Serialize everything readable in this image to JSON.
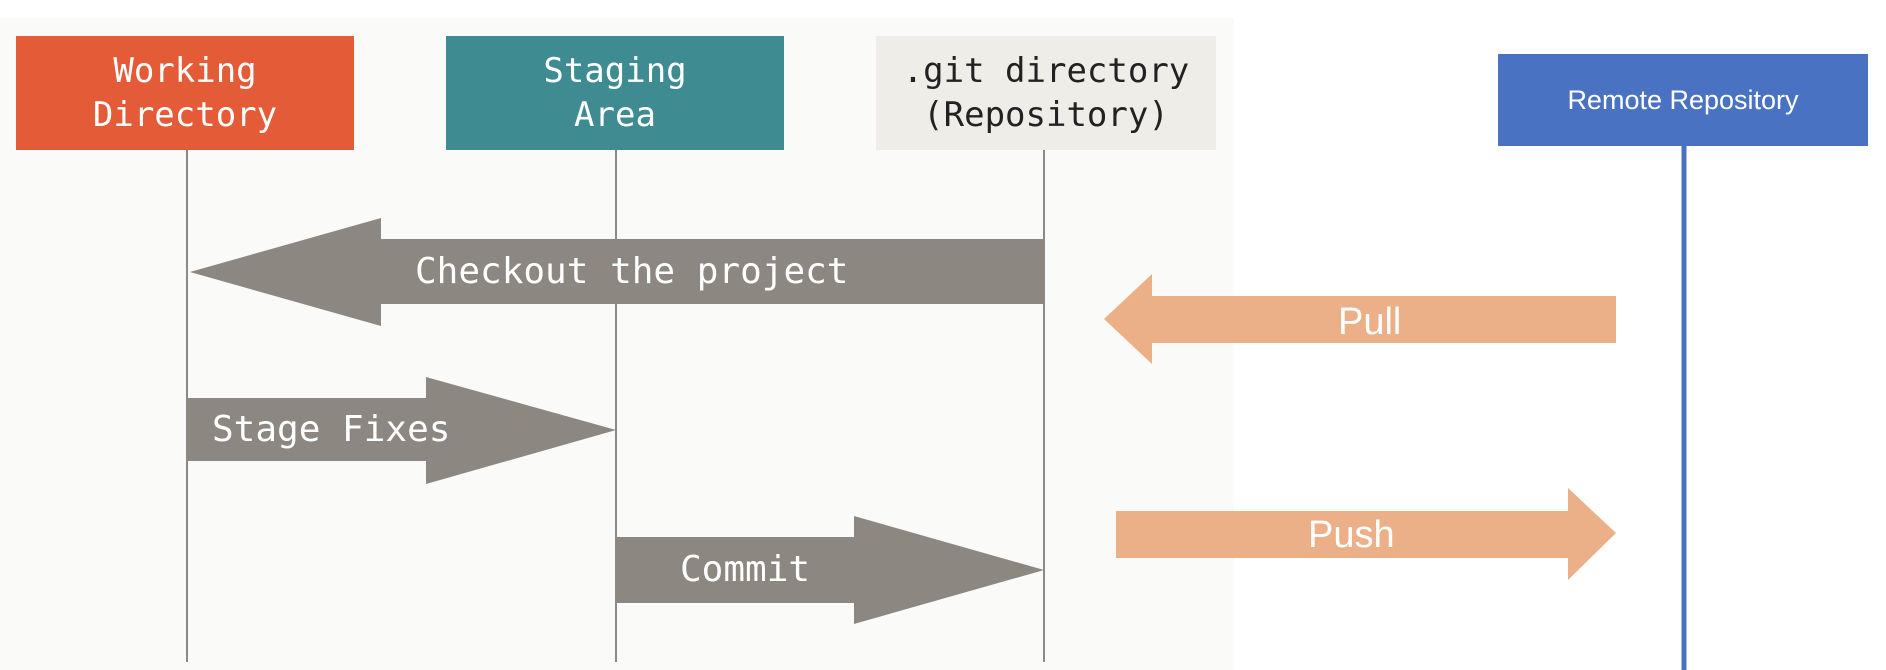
{
  "diagram": {
    "lanes": {
      "working_directory": {
        "label": "Working\nDirectory",
        "color": "#e45b38"
      },
      "staging_area": {
        "label": "Staging\nArea",
        "color": "#3f8b92"
      },
      "git_directory": {
        "label": ".git directory\n(Repository)",
        "color": "#eeede8"
      },
      "remote_repository": {
        "label": "Remote Repository",
        "color": "#4a72c3"
      }
    },
    "arrows": {
      "checkout": {
        "label": "Checkout the project",
        "from": "git_directory",
        "to": "working_directory",
        "color": "#8c8780"
      },
      "stage_fixes": {
        "label": "Stage Fixes",
        "from": "working_directory",
        "to": "staging_area",
        "color": "#8c8780"
      },
      "commit": {
        "label": "Commit",
        "from": "staging_area",
        "to": "git_directory",
        "color": "#8c8780"
      },
      "pull": {
        "label": "Pull",
        "from": "remote_repository",
        "to": "git_directory",
        "color": "#ebb088"
      },
      "push": {
        "label": "Push",
        "from": "git_directory",
        "to": "remote_repository",
        "color": "#ebb088"
      }
    }
  }
}
